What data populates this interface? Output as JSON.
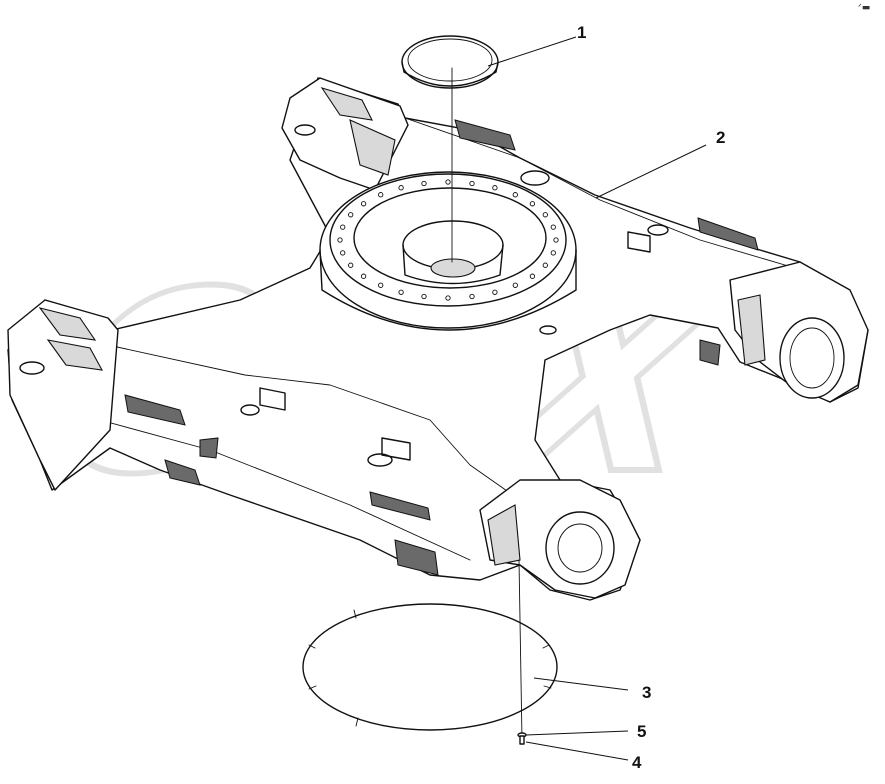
{
  "diagram": {
    "callouts": [
      {
        "id": "1",
        "label": "1"
      },
      {
        "id": "2",
        "label": "2"
      },
      {
        "id": "3",
        "label": "3"
      },
      {
        "id": "5",
        "label": "5"
      },
      {
        "id": "4",
        "label": "4"
      }
    ],
    "watermark": "OREX",
    "corner_mark": "ᐟ▬"
  }
}
